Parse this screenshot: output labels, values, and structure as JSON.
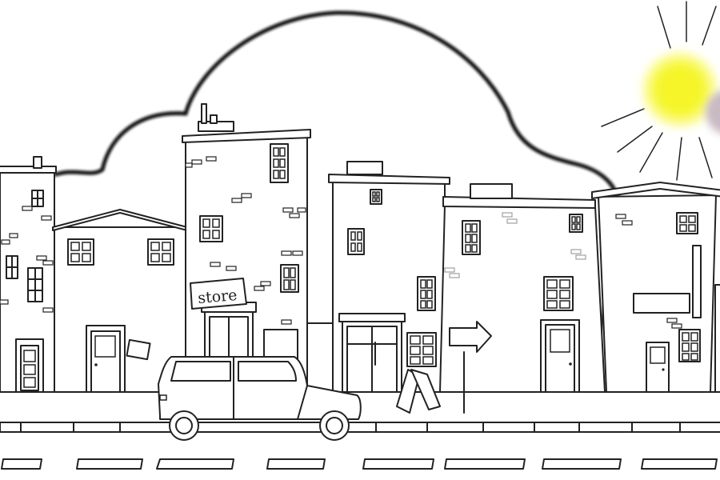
{
  "scene": {
    "signs": {
      "store_label": "store"
    },
    "colors": {
      "line": "#222222",
      "background": "#ffffff",
      "sun_core": "#f5f52a",
      "sun_glow": "#fbfb8a",
      "gray_brick": "#a0a0a0",
      "mauve_orb": "#c9b9c2"
    },
    "elements": [
      "cloud",
      "sun",
      "buildings",
      "store-sign",
      "arrow-sign",
      "sandwich-board",
      "car",
      "sidewalk",
      "road-dashes"
    ]
  }
}
